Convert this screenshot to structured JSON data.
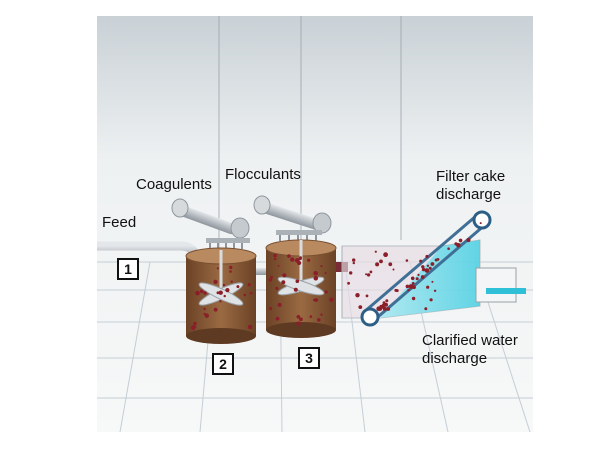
{
  "labels": {
    "feed": "Feed",
    "coagulents": "Coagulents",
    "flocculants": "Flocculants",
    "filter_cake_line1": "Filter cake",
    "filter_cake_line2": "discharge",
    "clarified_line1": "Clarified water",
    "clarified_line2": "discharge"
  },
  "markers": {
    "one": "1",
    "two": "2",
    "three": "3"
  },
  "colors": {
    "tank_fill": "#8a5a35",
    "tank_rim": "#b98a5f",
    "floc": "#8a1f2a",
    "water": "#49d5e6",
    "pipe": "#c7ccd1",
    "floor_line": "#bfc9d1"
  }
}
